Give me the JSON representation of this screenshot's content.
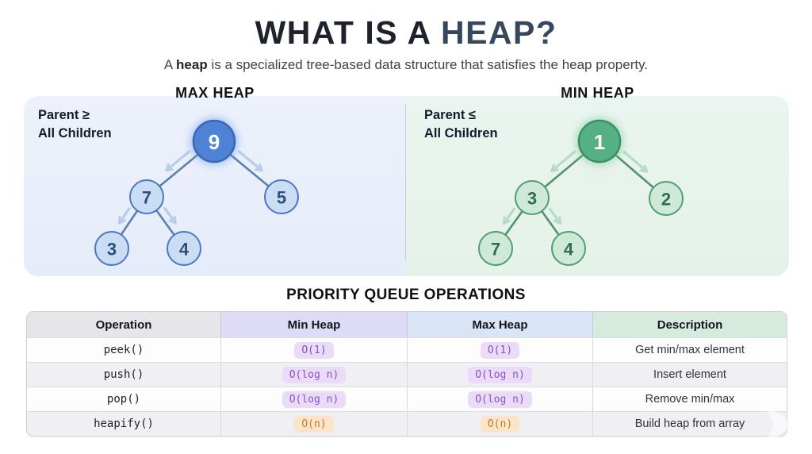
{
  "title": {
    "prefix": "WHAT IS A ",
    "highlight": "HEAP?"
  },
  "subtitle": {
    "pre": "A ",
    "bold": "heap",
    "post": " is a specialized tree-based data structure that satisfies the heap property."
  },
  "panels": {
    "max": {
      "heading": "MAX HEAP",
      "rule_line1": "Parent ≥",
      "rule_line2": "All Children",
      "nodes": [
        "9",
        "7",
        "5",
        "3",
        "4"
      ]
    },
    "min": {
      "heading": "MIN HEAP",
      "rule_line1": "Parent ≤",
      "rule_line2": "All Children",
      "nodes": [
        "1",
        "3",
        "2",
        "7",
        "4"
      ]
    }
  },
  "table": {
    "title": "PRIORITY QUEUE OPERATIONS",
    "headers": [
      "Operation",
      "Min Heap",
      "Max Heap",
      "Description"
    ],
    "rows": [
      {
        "operation": "peek()",
        "min": "O(1)",
        "max": "O(1)",
        "description": "Get min/max element",
        "complexity_style": "purple"
      },
      {
        "operation": "push()",
        "min": "O(log n)",
        "max": "O(log n)",
        "description": "Insert element",
        "complexity_style": "purple"
      },
      {
        "operation": "pop()",
        "min": "O(log n)",
        "max": "O(log n)",
        "description": "Remove min/max",
        "complexity_style": "purple"
      },
      {
        "operation": "heapify()",
        "min": "O(n)",
        "max": "O(n)",
        "description": "Build heap from array",
        "complexity_style": "orange"
      }
    ]
  },
  "colors": {
    "title_highlight": "#36475e",
    "header_bgs": [
      "#e6e6ea",
      "#dddbf6",
      "#d9e5f7",
      "#d5ebde"
    ],
    "purple_pill_bg": "#eadcf8",
    "purple_pill_text": "#8a50c7",
    "orange_pill_bg": "#fbe4c7",
    "orange_pill_text": "#bf7d2d",
    "tree_max": {
      "root_fill": "#4e82d5",
      "root_stroke": "#3a68b6",
      "root_text": "#ffffff",
      "node_fill": "#cbdcf5",
      "node_stroke": "#4a78c4",
      "node_text": "#2f4f7a",
      "line": "#5e80ae",
      "arrow": "#b7cdec",
      "glow": "#6d9fe8"
    },
    "tree_min": {
      "root_fill": "#55b185",
      "root_stroke": "#3c8f66",
      "root_text": "#ffffff",
      "node_fill": "#cfe9d9",
      "node_stroke": "#4f9e73",
      "node_text": "#2e6e4d",
      "line": "#4f9471",
      "arrow": "#b5dcc6",
      "glow": "#6fc79a"
    }
  }
}
